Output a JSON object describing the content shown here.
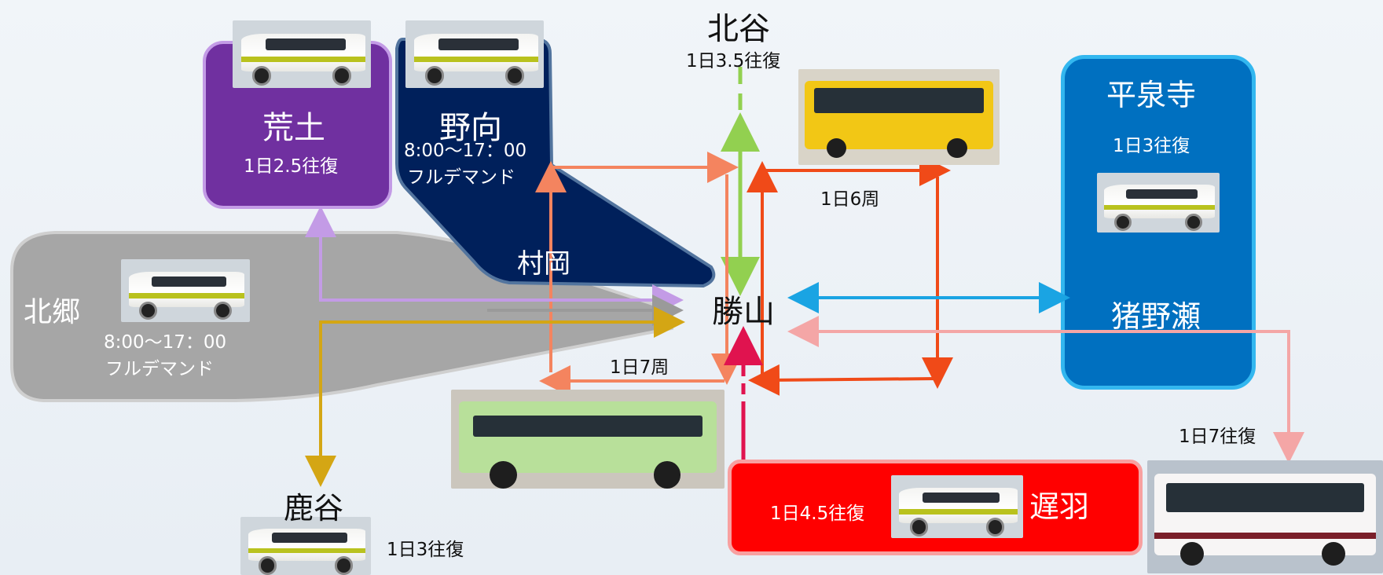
{
  "title": "",
  "nodes": {
    "katsuyama": "勝山",
    "kitadani": "北谷",
    "heisenji": "平泉寺",
    "inose": "猪野瀬",
    "arado": "荒土",
    "nomuki": "野向",
    "muraoka": "村岡",
    "kitago": "北郷",
    "shikadani": "鹿谷",
    "hokkawa": "遅羽"
  },
  "frequencies": {
    "kitadani": "1日3.5往復",
    "arado": "1日2.5往復",
    "heisenji": "1日3往復",
    "loop_east": "1日6周",
    "loop_west": "1日7周",
    "shikadani": "1日3往復",
    "hokkawa": "1日4.5往復",
    "inose_route": "1日7往復"
  },
  "service": {
    "nomuki_hours": "8:00～17：00",
    "nomuki_mode": "フルデマンド",
    "kitago_hours": "8:00～17：00",
    "kitago_mode": "フルデマンド"
  },
  "colors": {
    "arado_zone": "#7030a0",
    "nomuki_zone": "#00205b",
    "kitago_zone": "#a6a6a6",
    "heisenji_zone": "#0070c0",
    "hokkawa_zone": "#ff0000",
    "kitadani_route": "#92d050",
    "loop_east_route": "#f04a18",
    "loop_west_route": "#f4845f",
    "arado_route": "#c39be6",
    "kitago_route": "#d4a614",
    "heisenji_route": "#1aa4e3",
    "hokkawa_route": "#e0134f",
    "inose_route": "#f4a6a6"
  },
  "icons": {
    "van": "community-van-icon",
    "bus_yellow": "yellow-bus-icon",
    "bus_green": "green-bus-icon",
    "bus_city": "city-bus-icon"
  }
}
